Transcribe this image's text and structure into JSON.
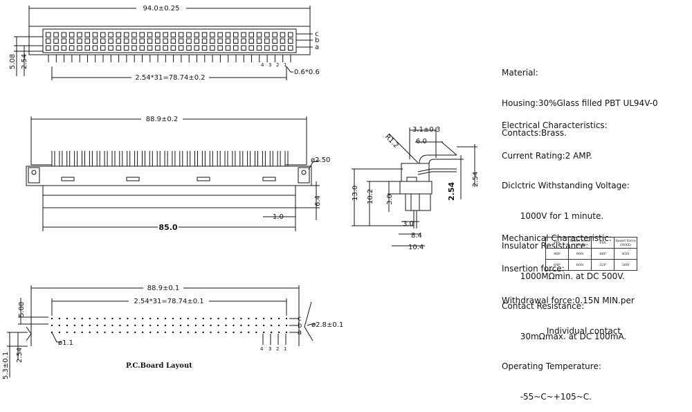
{
  "top_view": {
    "overall_width": "94.0±0.25",
    "pitch_length": "2.54*31=78.74±0.2",
    "pin_size": "0.6*0.6",
    "row_height_a": "5.08",
    "row_height_b": "2.54",
    "row_labels": [
      "c",
      "b",
      "a"
    ],
    "pin_numbers": [
      "4",
      "3",
      "2",
      "1"
    ]
  },
  "front_view": {
    "width": "88.9±0.2",
    "hole": "ø2.50",
    "length": "85.0",
    "height": "6.4",
    "offset": "1.0"
  },
  "side_view": {
    "top_width": "3.1±0.3",
    "radius": "R1.2",
    "inner": "6.0",
    "right_pitch_bold": "2.54",
    "right_pitch": "2.54",
    "height_total": "13.0",
    "height_mid": "10.2",
    "height_small": "3.0",
    "bottom_a": "3.0",
    "bottom_b": "8.4",
    "bottom_c": "10.4"
  },
  "pcb_view": {
    "width": "88.9±0.1",
    "pitch_length": "2.54*31=78.74±0.1",
    "hole_large": "ø2.8±0.1",
    "hole_small": "ø1.1",
    "row_height_a": "5.08",
    "row_height_b": "2.54",
    "edge_offset": "5.3±0.1",
    "row_labels": [
      "c",
      "b",
      "a"
    ],
    "pin_numbers": [
      "4",
      "3",
      "2",
      "1"
    ],
    "caption": "P.C.Board Layout"
  },
  "specs": {
    "material": [
      "Material:",
      "Housing:30%Glass filled PBT UL94V-0",
      "Contacts:Brass."
    ],
    "electrical": [
      "Electrical Characteristics:",
      "Current Rating:2 AMP.",
      "Diclctric Withstanding Voltage:",
      "       1000V for 1 minute.",
      "Insulator Resistance:",
      "       1000MΩmin. at DC 500V.",
      "Contact Resistance:",
      "       30mΩmax. at DC 100mA.",
      "Operating Temperature:",
      "       -55~C~+105~C."
    ],
    "mechanical": [
      "Mechanical Characteristic:",
      "Insertion force:"
    ],
    "withdrawal": [
      "Withdrawal force:0.15N MIN.per",
      "                 Individual contact"
    ]
  },
  "insertion_table": {
    "header": [
      "PIN",
      "Insert force\n(MAX)",
      "PIN",
      "Insert force\n(MAX)"
    ],
    "rows": [
      [
        "96P",
        "90N",
        "48P",
        "45N"
      ],
      [
        "64P",
        "60N",
        "32P",
        "30N"
      ]
    ]
  }
}
